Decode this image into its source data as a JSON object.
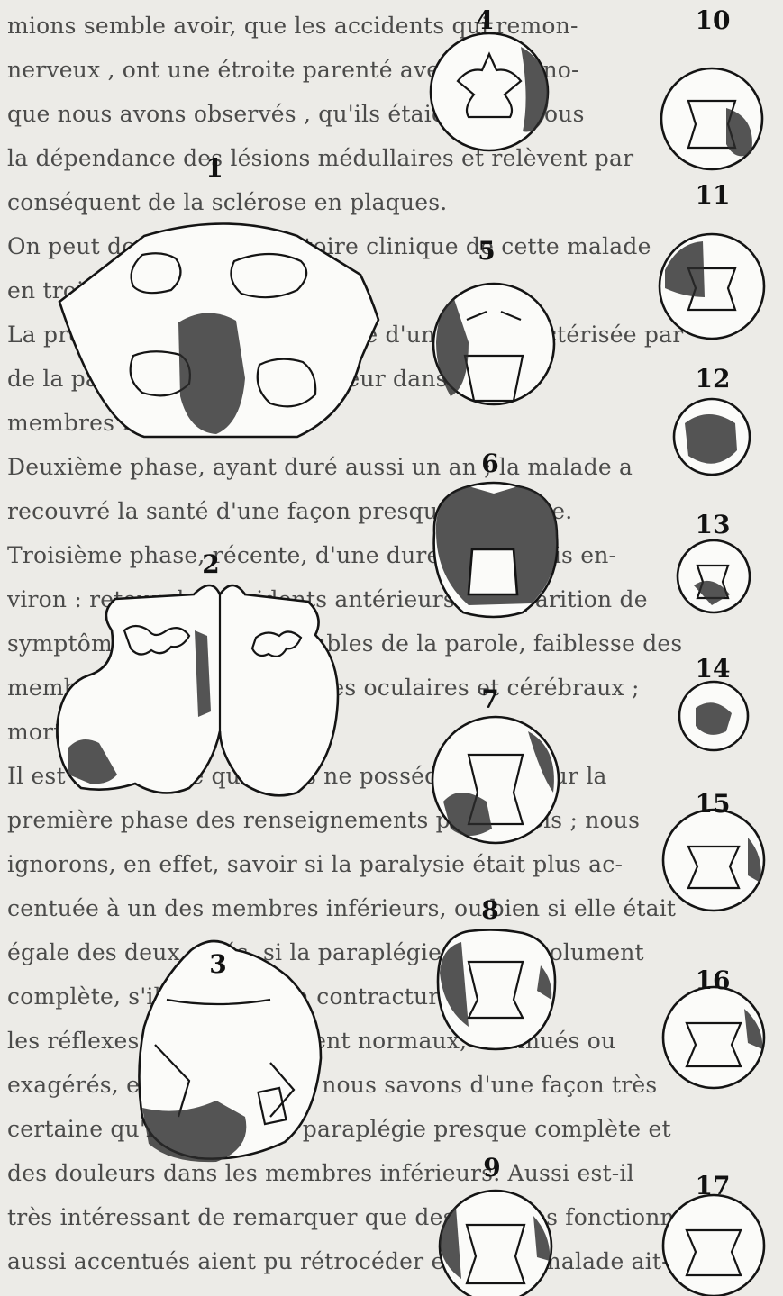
{
  "text_lines": [
    "  mions semble avoir, que les accidents qui remon-",
    "    nerveux , ont une étroite parenté avec les phéno-",
    "  que nous avons observés , qu'ils étaient déjà sous",
    "  la dépendance des lésions médullaires et relèvent par",
    "  conséquent de la sclérose en plaques.",
    "  On peut donc diviser l'histoire clinique de cette malade",
    "  en trois phases successives :",
    "  La première phase, d'une durée d'un an , caractérisée par",
    "  de la paraplégie et de la douleur dans les",
    "  membres inférieurs.",
    "  Deuxième phase, ayant duré aussi un an ; la malade a",
    "  recouvré la santé d'une façon presque complète.",
    "  Troisième phase, récente, d'une durée d'un mois en-",
    "  viron : retour des accidents antérieurs et apparition de",
    "  symptômes nouveaux , troubles de la parole, faiblesse des",
    "  membres supérieurs, troubles oculaires et cérébraux ;",
    "  mort.",
    "  Il est regrettable que nous ne possédions pas sur la",
    "  première phase des renseignements plus précis ; nous",
    "  ignorons, en effet, savoir si la paralysie était plus ac-",
    "  centuée à un des membres inférieurs, ou bien si elle était",
    "  égale des deux côtés, si la paraplégie était absolument",
    "  complète, s'il y avait de la contracture, si",
    "  les réflexes tendineux étaient normaux, diminués ou",
    "  exagérés, etc. Néanmoins, nous savons d'une façon très",
    "  certaine qu'il y avait une paraplégie presque complète et",
    "  des douleurs dans les membres inférieurs. Aussi est-il",
    "  très intéressant de remarquer que des troubles fonctionnels",
    "  aussi accentués aient pu rétrocéder et que la malade ait-"
  ],
  "figure_labels": {
    "f1": "1",
    "f2": "2",
    "f3": "3",
    "f4": "4",
    "f5": "5",
    "f6": "6",
    "f7": "7",
    "f8": "8",
    "f9": "9",
    "f10": "10",
    "f11": "11",
    "f12": "12",
    "f13": "13",
    "f14": "14",
    "f15": "15",
    "f16": "16",
    "f17": "17"
  }
}
